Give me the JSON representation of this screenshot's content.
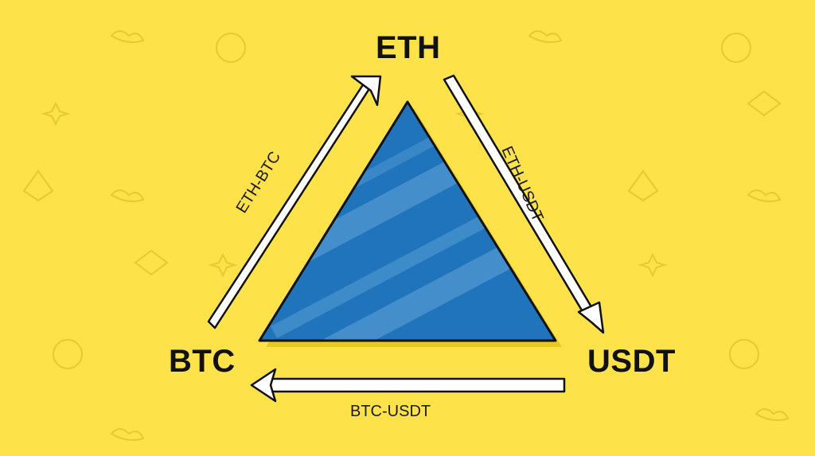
{
  "nodes": {
    "top": "ETH",
    "left": "BTC",
    "right": "USDT"
  },
  "edges": {
    "left_edge": "ETH-BTC",
    "right_edge": "ETH-USDT",
    "bottom_edge": "BTC-USDT"
  },
  "colors": {
    "background": "#fde24a",
    "triangle_fill": "#1f74bb",
    "triangle_stripes": "#4c95cf",
    "arrow_fill": "#ffffff",
    "outline": "#111111"
  }
}
